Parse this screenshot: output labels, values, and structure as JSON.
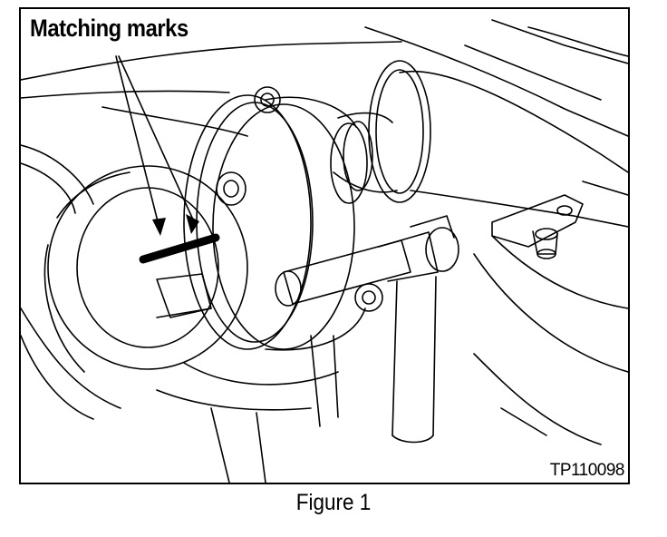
{
  "figure": {
    "callout_label": "Matching marks",
    "image_code": "TP110098",
    "caption": "Figure 1"
  },
  "colors": {
    "ink": "#000000",
    "paper": "#ffffff"
  },
  "icons": [
    "arrow-icon"
  ]
}
